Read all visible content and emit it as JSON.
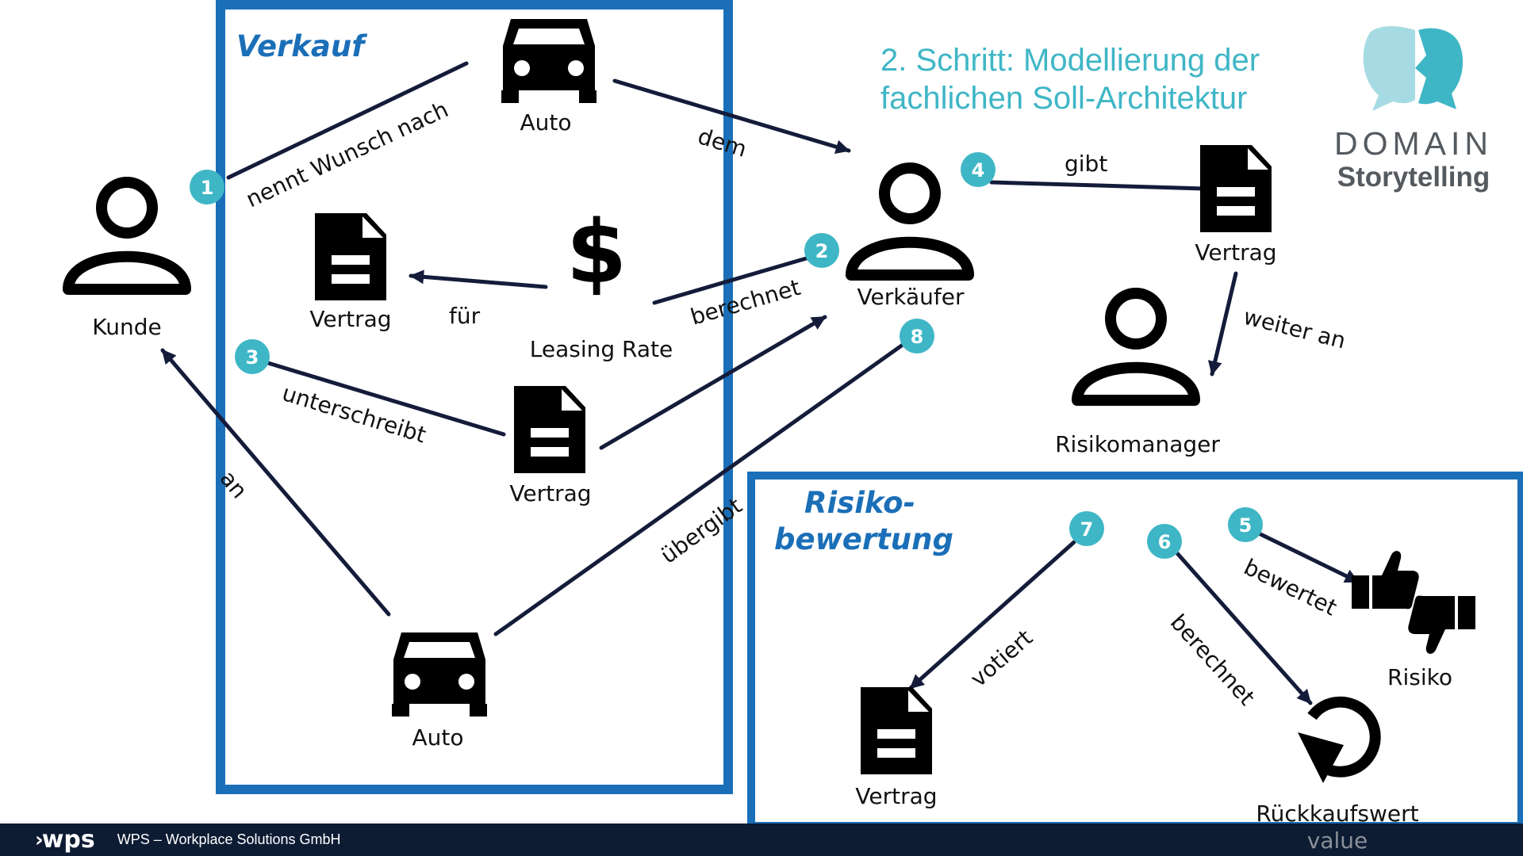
{
  "title": "2. Schritt: Modellierung der fachlichen Soll-Architektur",
  "brand": {
    "line1": "DOMAIN",
    "line2": "Storytelling"
  },
  "groups": {
    "verkauf": "Verkauf",
    "risiko_line1": "Risiko-",
    "risiko_line2": "bewertung"
  },
  "actors": {
    "kunde": "Kunde",
    "verkaeufer": "Verkäufer",
    "risikomanager": "Risikomanager"
  },
  "work_objects": {
    "auto_top": "Auto",
    "vertrag_left": "Vertrag",
    "leasing_rate": "Leasing Rate",
    "vertrag_middle": "Vertrag",
    "auto_bottom": "Auto",
    "vertrag_right": "Vertrag",
    "risiko": "Risiko",
    "vertrag_risk": "Vertrag",
    "rueckkaufswert_line1": "Rückkaufswert",
    "rueckkaufswert_line2": "value"
  },
  "relations": {
    "nennt_wunsch_nach": "nennt Wunsch nach",
    "dem": "dem",
    "fuer": "für",
    "berechnet_1": "berechnet",
    "unterschreibt": "unterschreibt",
    "an": "an",
    "uebergibt": "übergibt",
    "gibt": "gibt",
    "weiter_an": "weiter an",
    "bewertet": "bewertet",
    "berechnet_2": "berechnet",
    "votiert": "votiert"
  },
  "steps": [
    "1",
    "2",
    "3",
    "4",
    "5",
    "6",
    "7",
    "8"
  ],
  "footer": {
    "logo": "wps",
    "text": "WPS – Workplace Solutions GmbH"
  },
  "colors": {
    "accent_teal": "#3fb6c6",
    "box_blue": "#1b6fb8",
    "arrow_navy": "#141c3a",
    "footer_bg": "#0d1b33",
    "icon_black": "#000000"
  }
}
